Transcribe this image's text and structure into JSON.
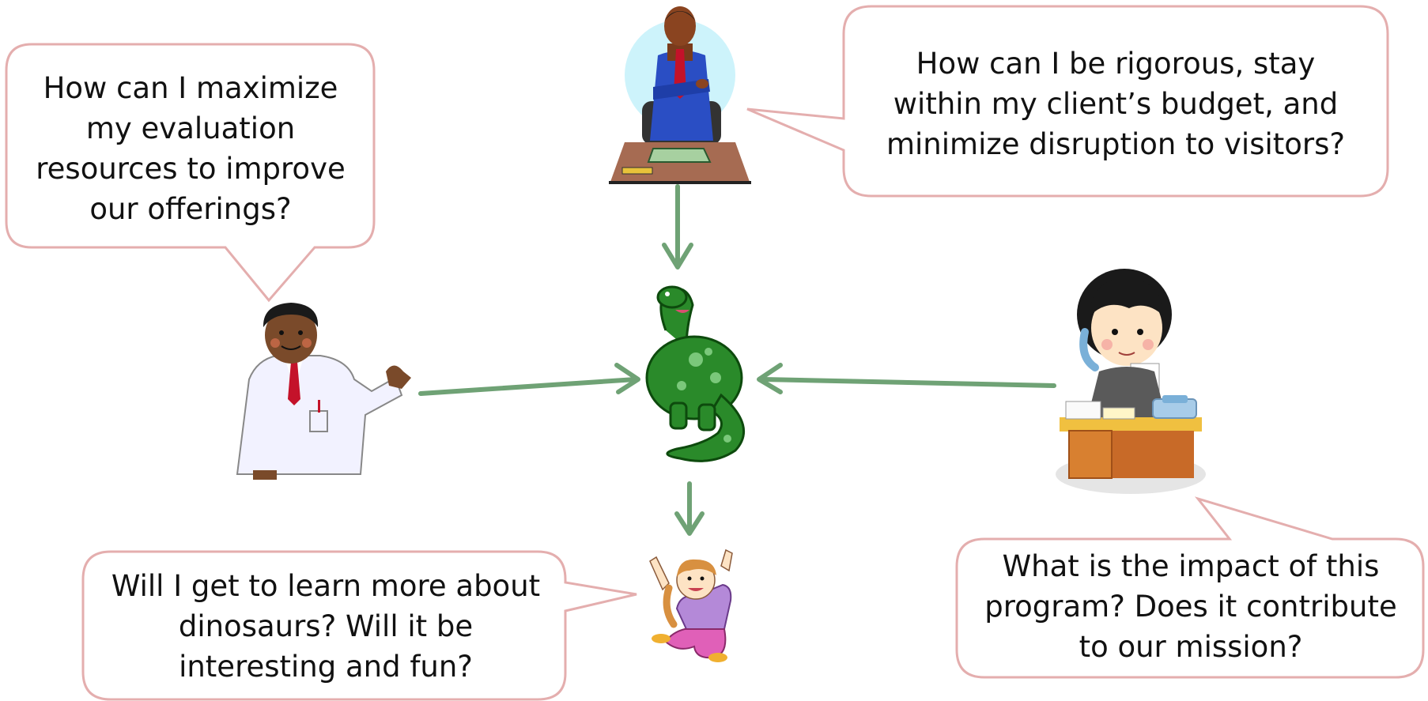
{
  "speech_bubbles": {
    "educator": "How can I maximize my evaluation resources to improve our offerings?",
    "evaluator": "How can I be rigorous, stay within my client’s budget, and minimize disruption to visitors?",
    "child": "Will I get to learn more about dinosaurs? Will it be interesting and fun?",
    "administrator": "What is the impact of this program? Does it contribute to our mission?"
  },
  "colors": {
    "bubble_border": "#e4aeae",
    "arrow": "#6fa275",
    "text": "#111111"
  }
}
